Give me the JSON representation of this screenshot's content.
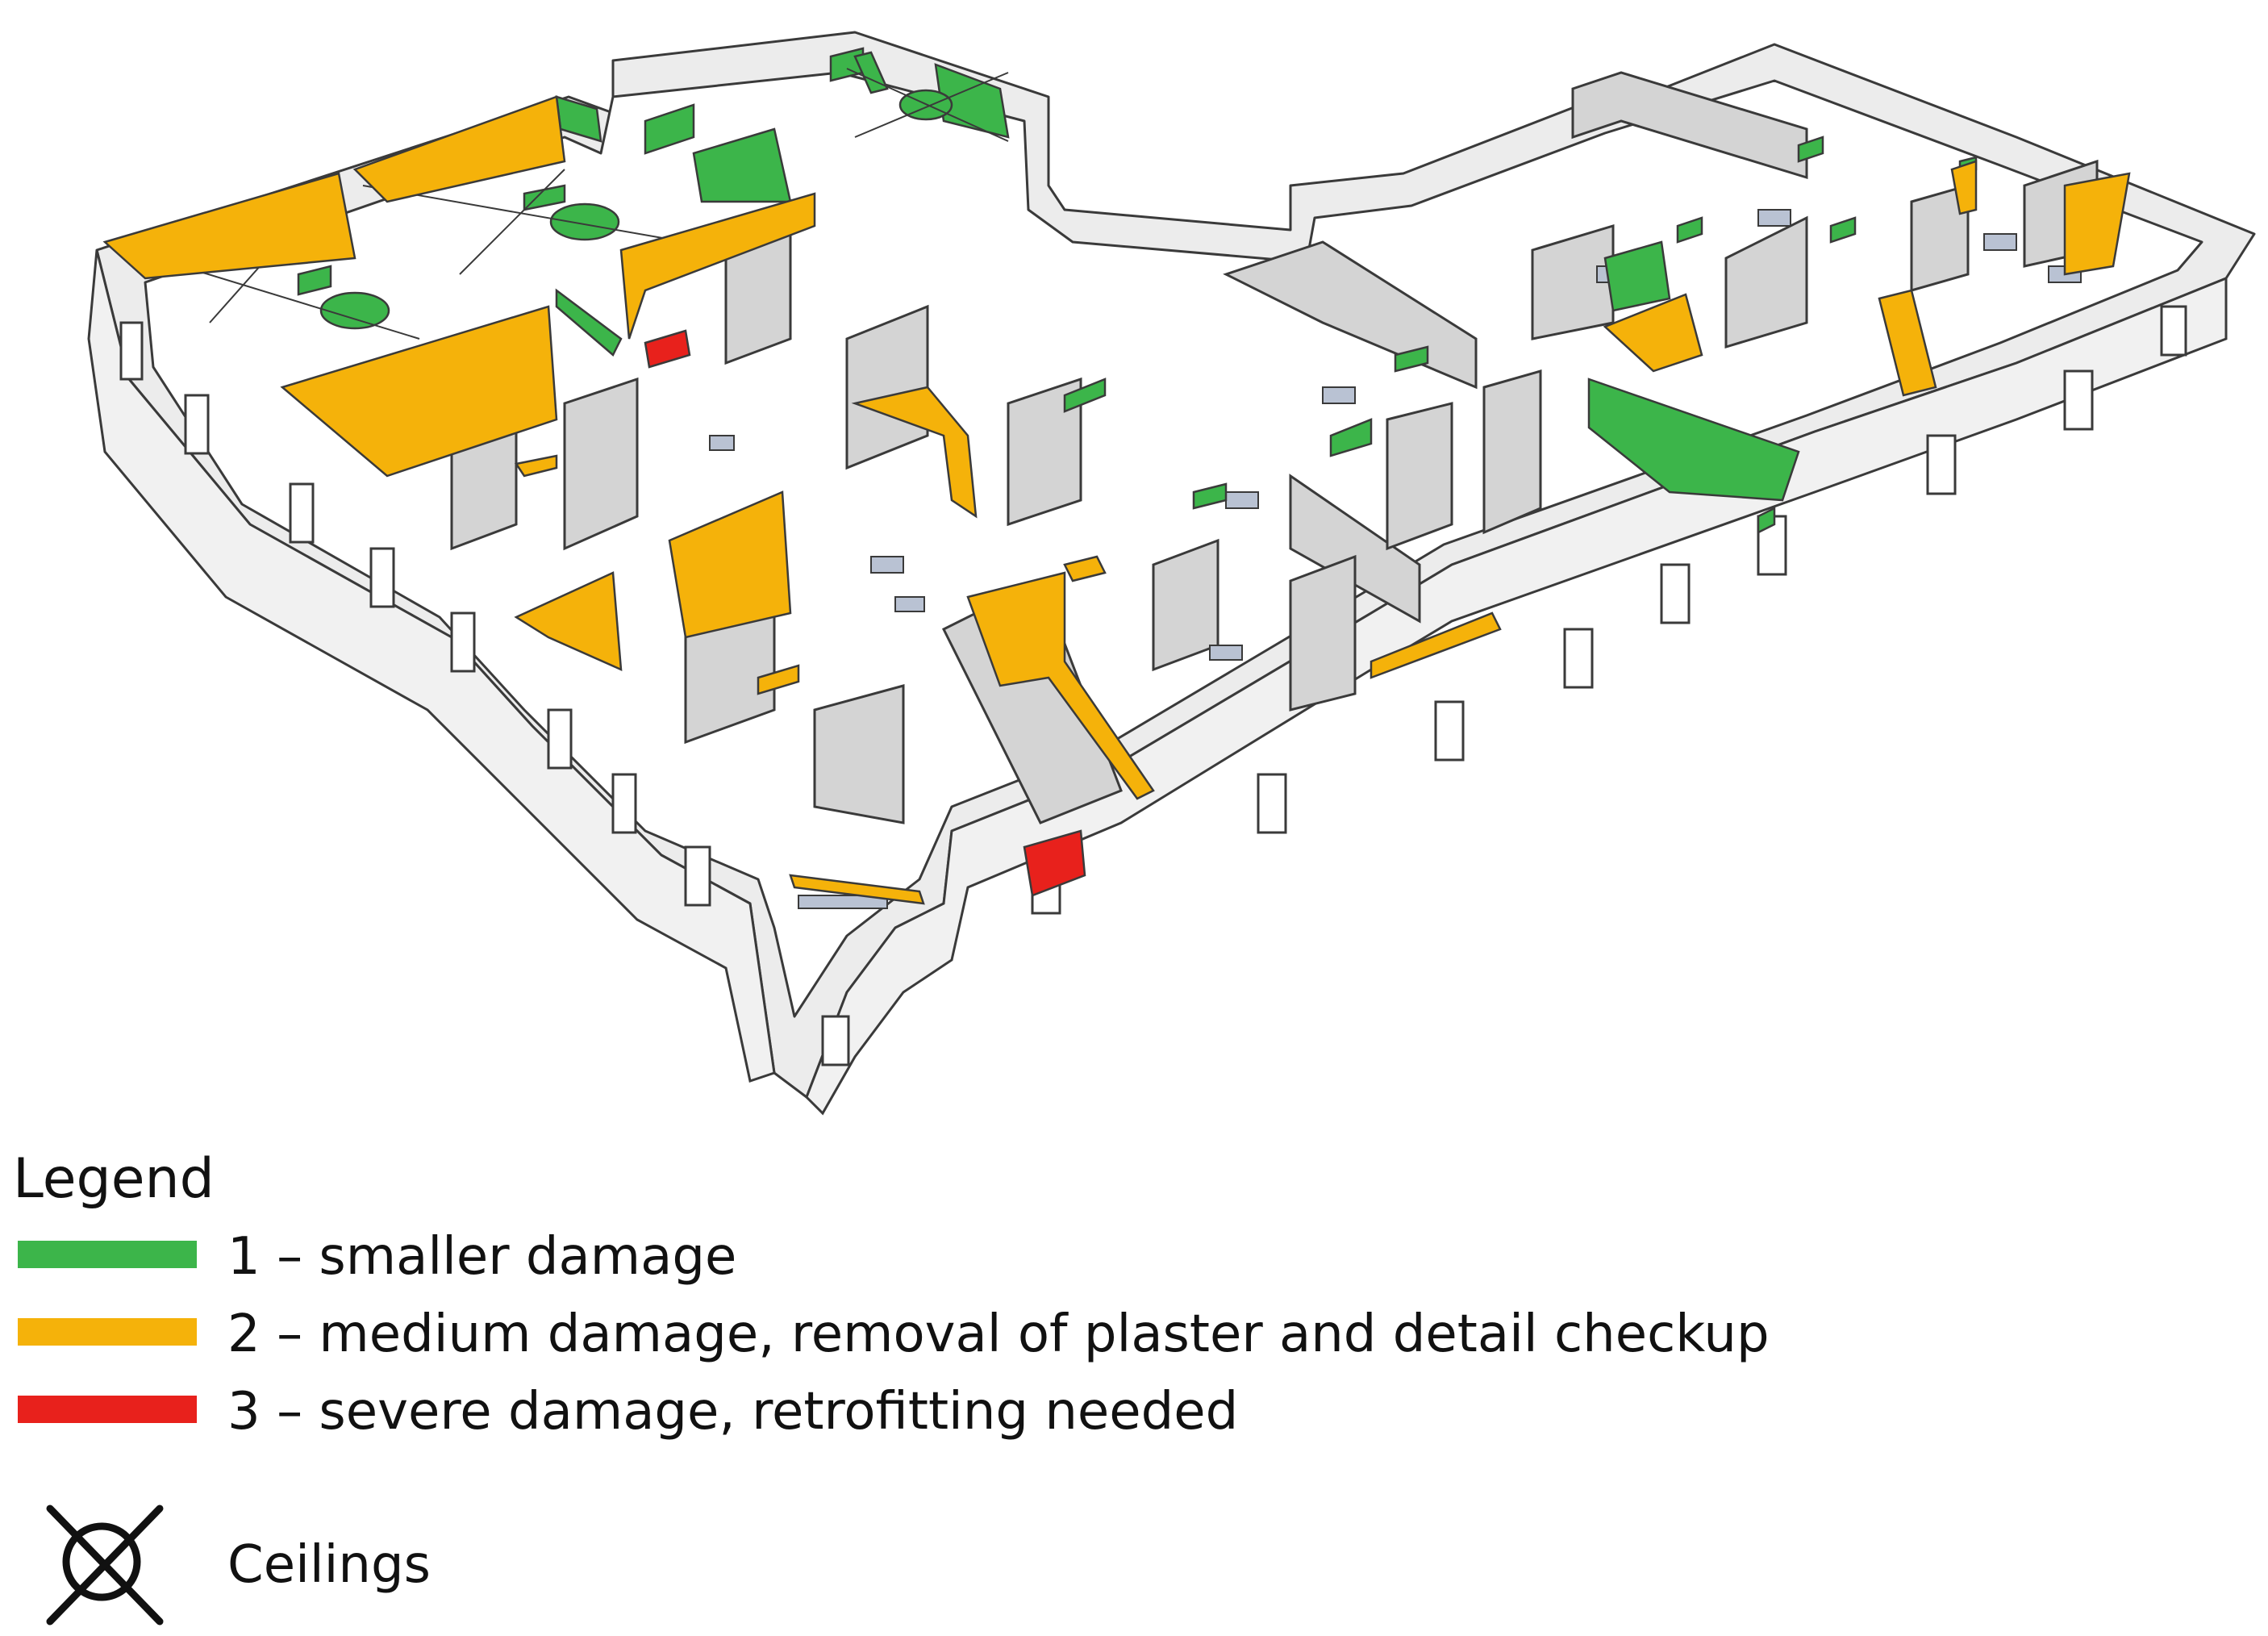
{
  "legend": {
    "title": "Legend",
    "items": [
      {
        "label": "1 – smaller damage",
        "color": "#3cb54a"
      },
      {
        "label": "2 – medium damage, removal of plaster and detail checkup",
        "color": "#f5b20a"
      },
      {
        "label": "3 – severe damage, retrofitting needed",
        "color": "#e8211c"
      }
    ],
    "ceilings_label": "Ceilings"
  },
  "model_colors": {
    "wall_top": "#e9e9e9",
    "wall_face": "#d6d6d6",
    "wall_outer": "#f4f4f4",
    "outline": "#3a3a3a",
    "lintel": "#b9c2d3"
  }
}
